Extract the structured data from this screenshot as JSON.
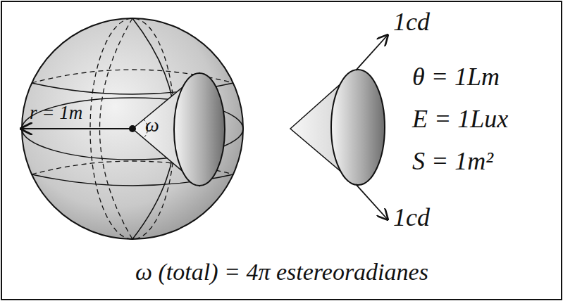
{
  "diagram": {
    "caption": "ω (total) = 4π estereoradianes",
    "labels": [
      "r = 1m",
      "ω",
      "1cd",
      "1cd",
      "θ = 1Lm",
      "E = 1Lux",
      "S = 1m²"
    ]
  }
}
